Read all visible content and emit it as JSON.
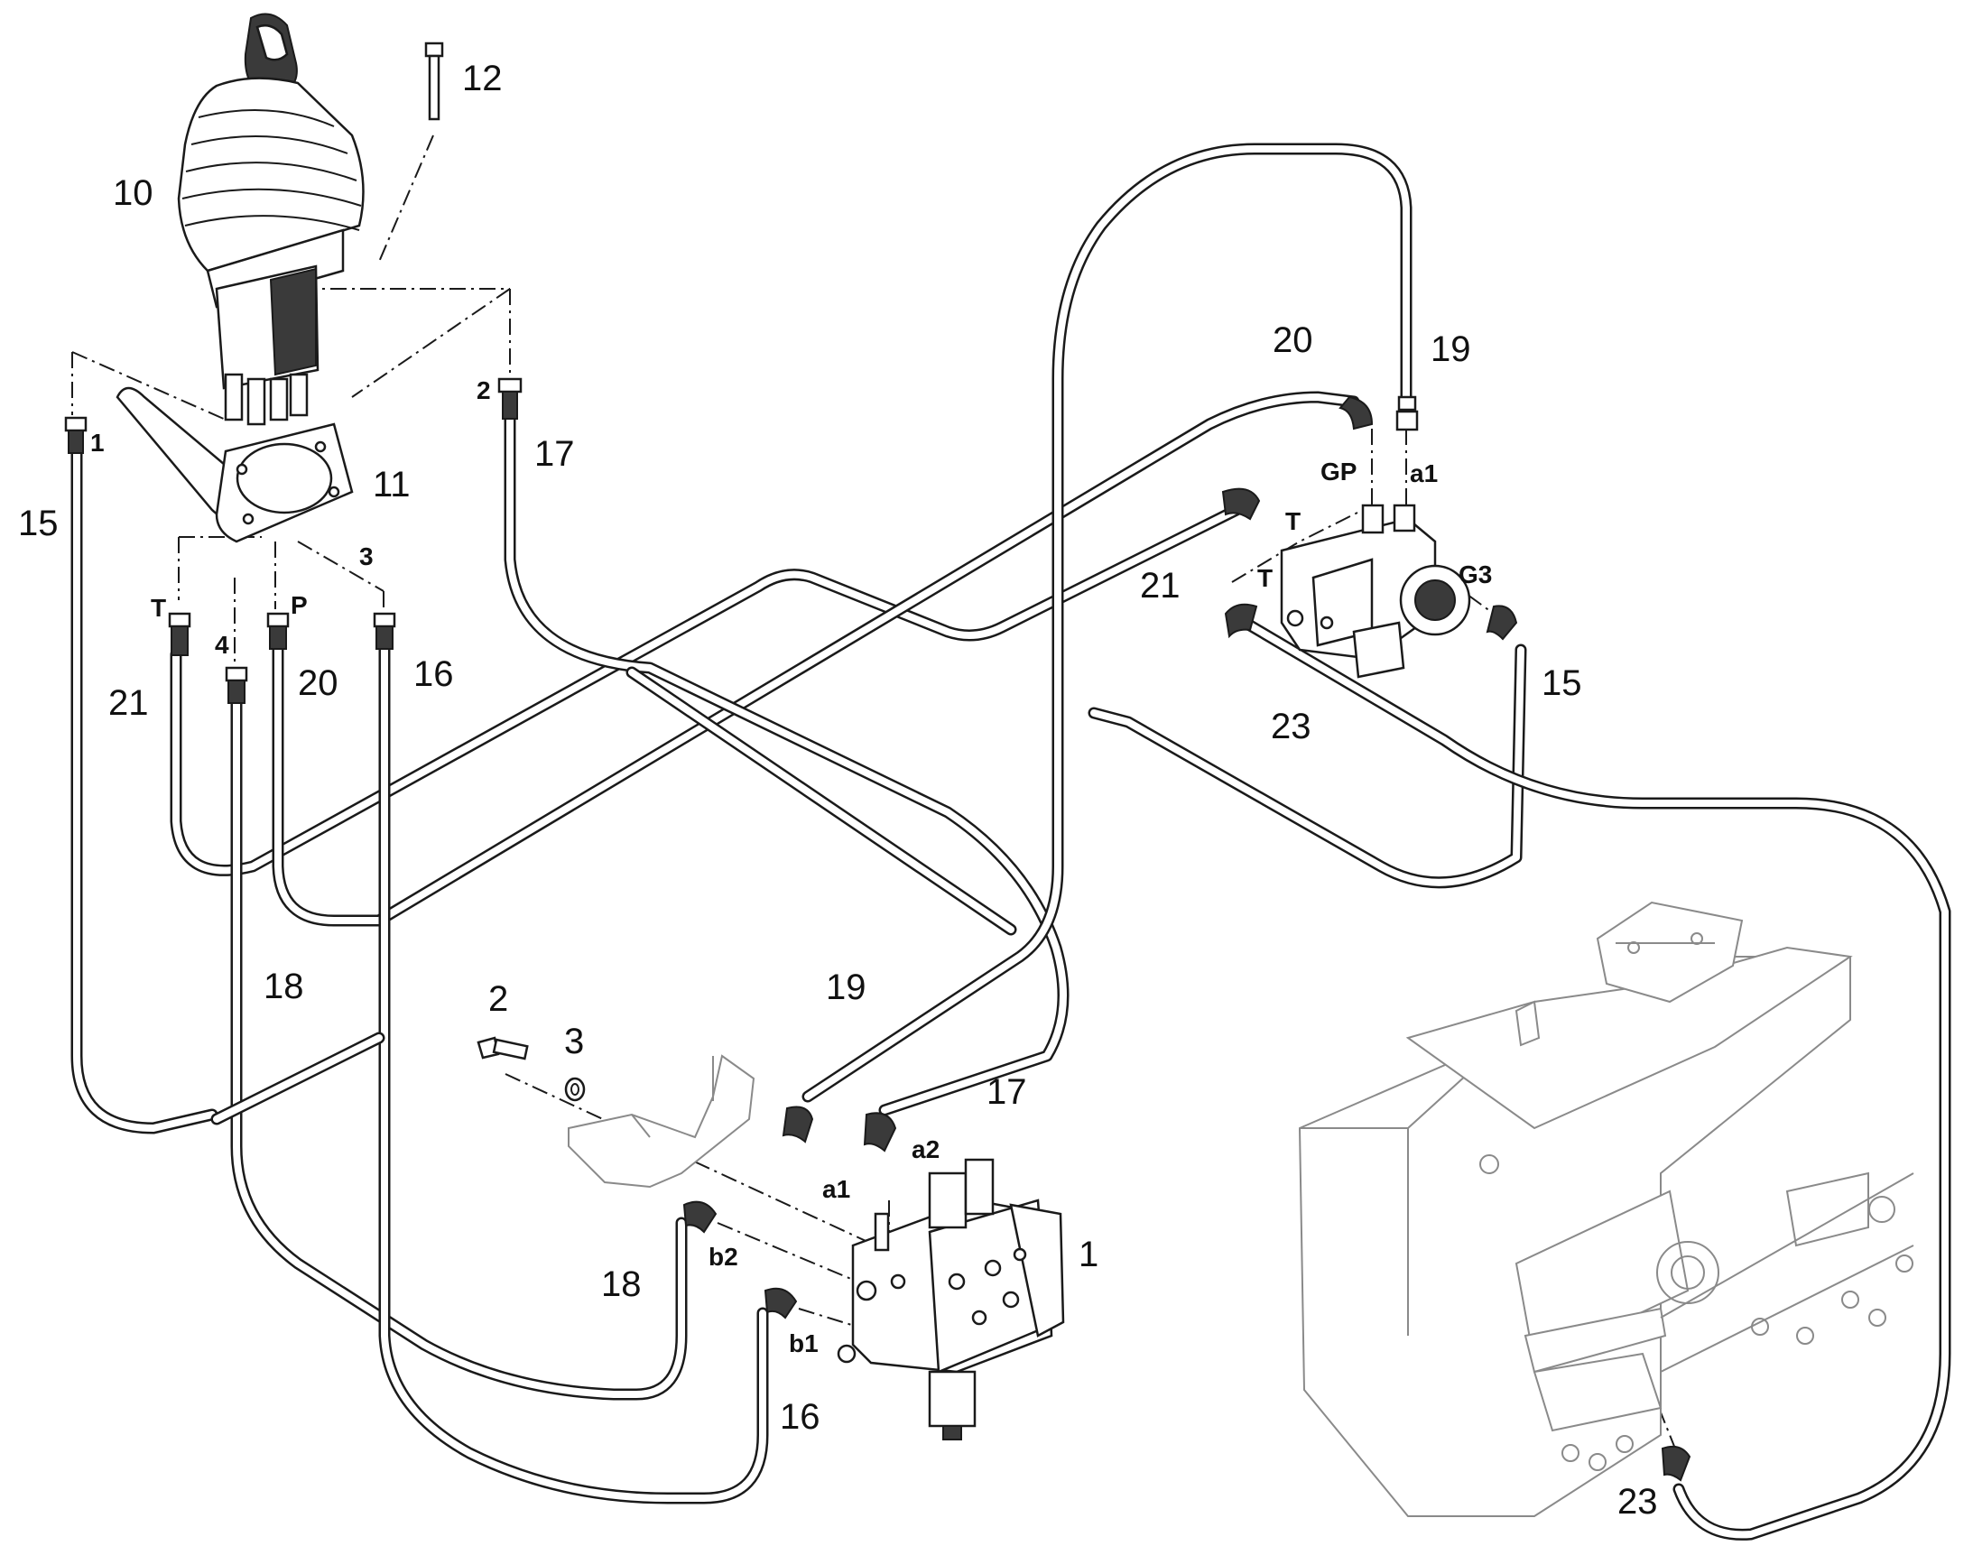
{
  "diagram": {
    "callouts": [
      "1",
      "2",
      "3",
      "10",
      "11",
      "12",
      "15",
      "15",
      "16",
      "16",
      "17",
      "17",
      "18",
      "18",
      "19",
      "19",
      "20",
      "20",
      "21",
      "21",
      "23",
      "23"
    ],
    "ports": [
      "1",
      "2",
      "3",
      "4",
      "T",
      "P",
      "GP",
      "a1",
      "T",
      "T",
      "G3",
      "a2",
      "a1",
      "b2",
      "b1"
    ]
  }
}
